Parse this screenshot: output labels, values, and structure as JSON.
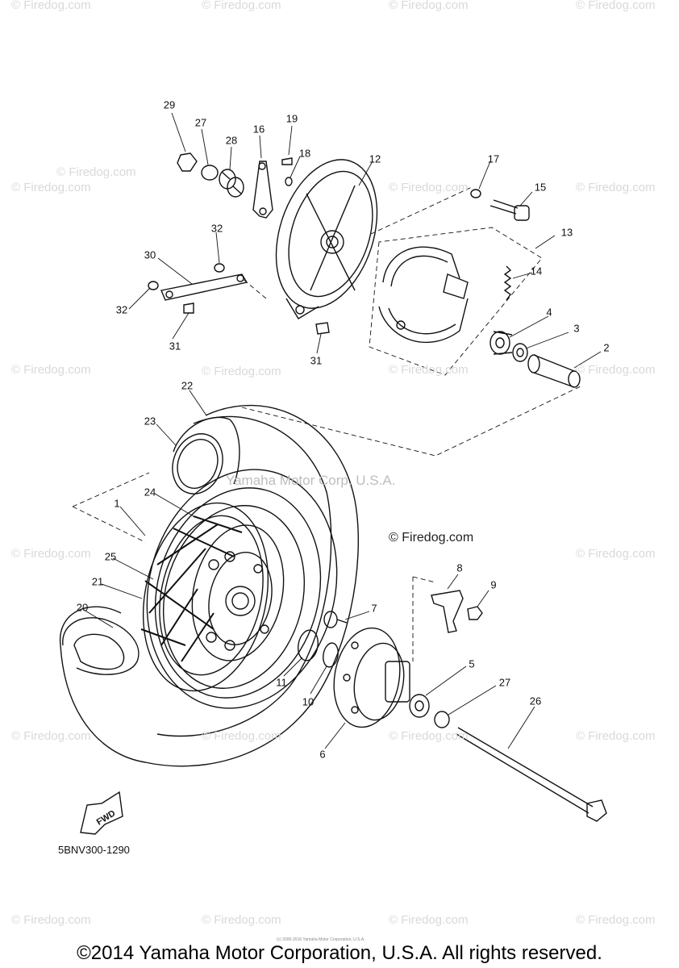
{
  "watermark": "© Firedog.com",
  "center_watermark": "Yamaha Motor Corp, U.S.A.",
  "firedog_label": "© Firedog.com",
  "fwd_label": "FWD",
  "diagram_code": "5BNV300-1290",
  "tiny_copyright": "(c) 2000-2016 Yamaha Motor Corporation, U.S.A.",
  "footer": "©2014 Yamaha Motor Corporation, U.S.A. All rights reserved.",
  "callouts": [
    "29",
    "27",
    "28",
    "16",
    "19",
    "18",
    "12",
    "17",
    "15",
    "13",
    "14",
    "32",
    "30",
    "32",
    "31",
    "31",
    "4",
    "3",
    "2",
    "22",
    "23",
    "24",
    "1",
    "25",
    "21",
    "20",
    "7",
    "11",
    "10",
    "8",
    "9",
    "5",
    "27",
    "26",
    "6"
  ]
}
